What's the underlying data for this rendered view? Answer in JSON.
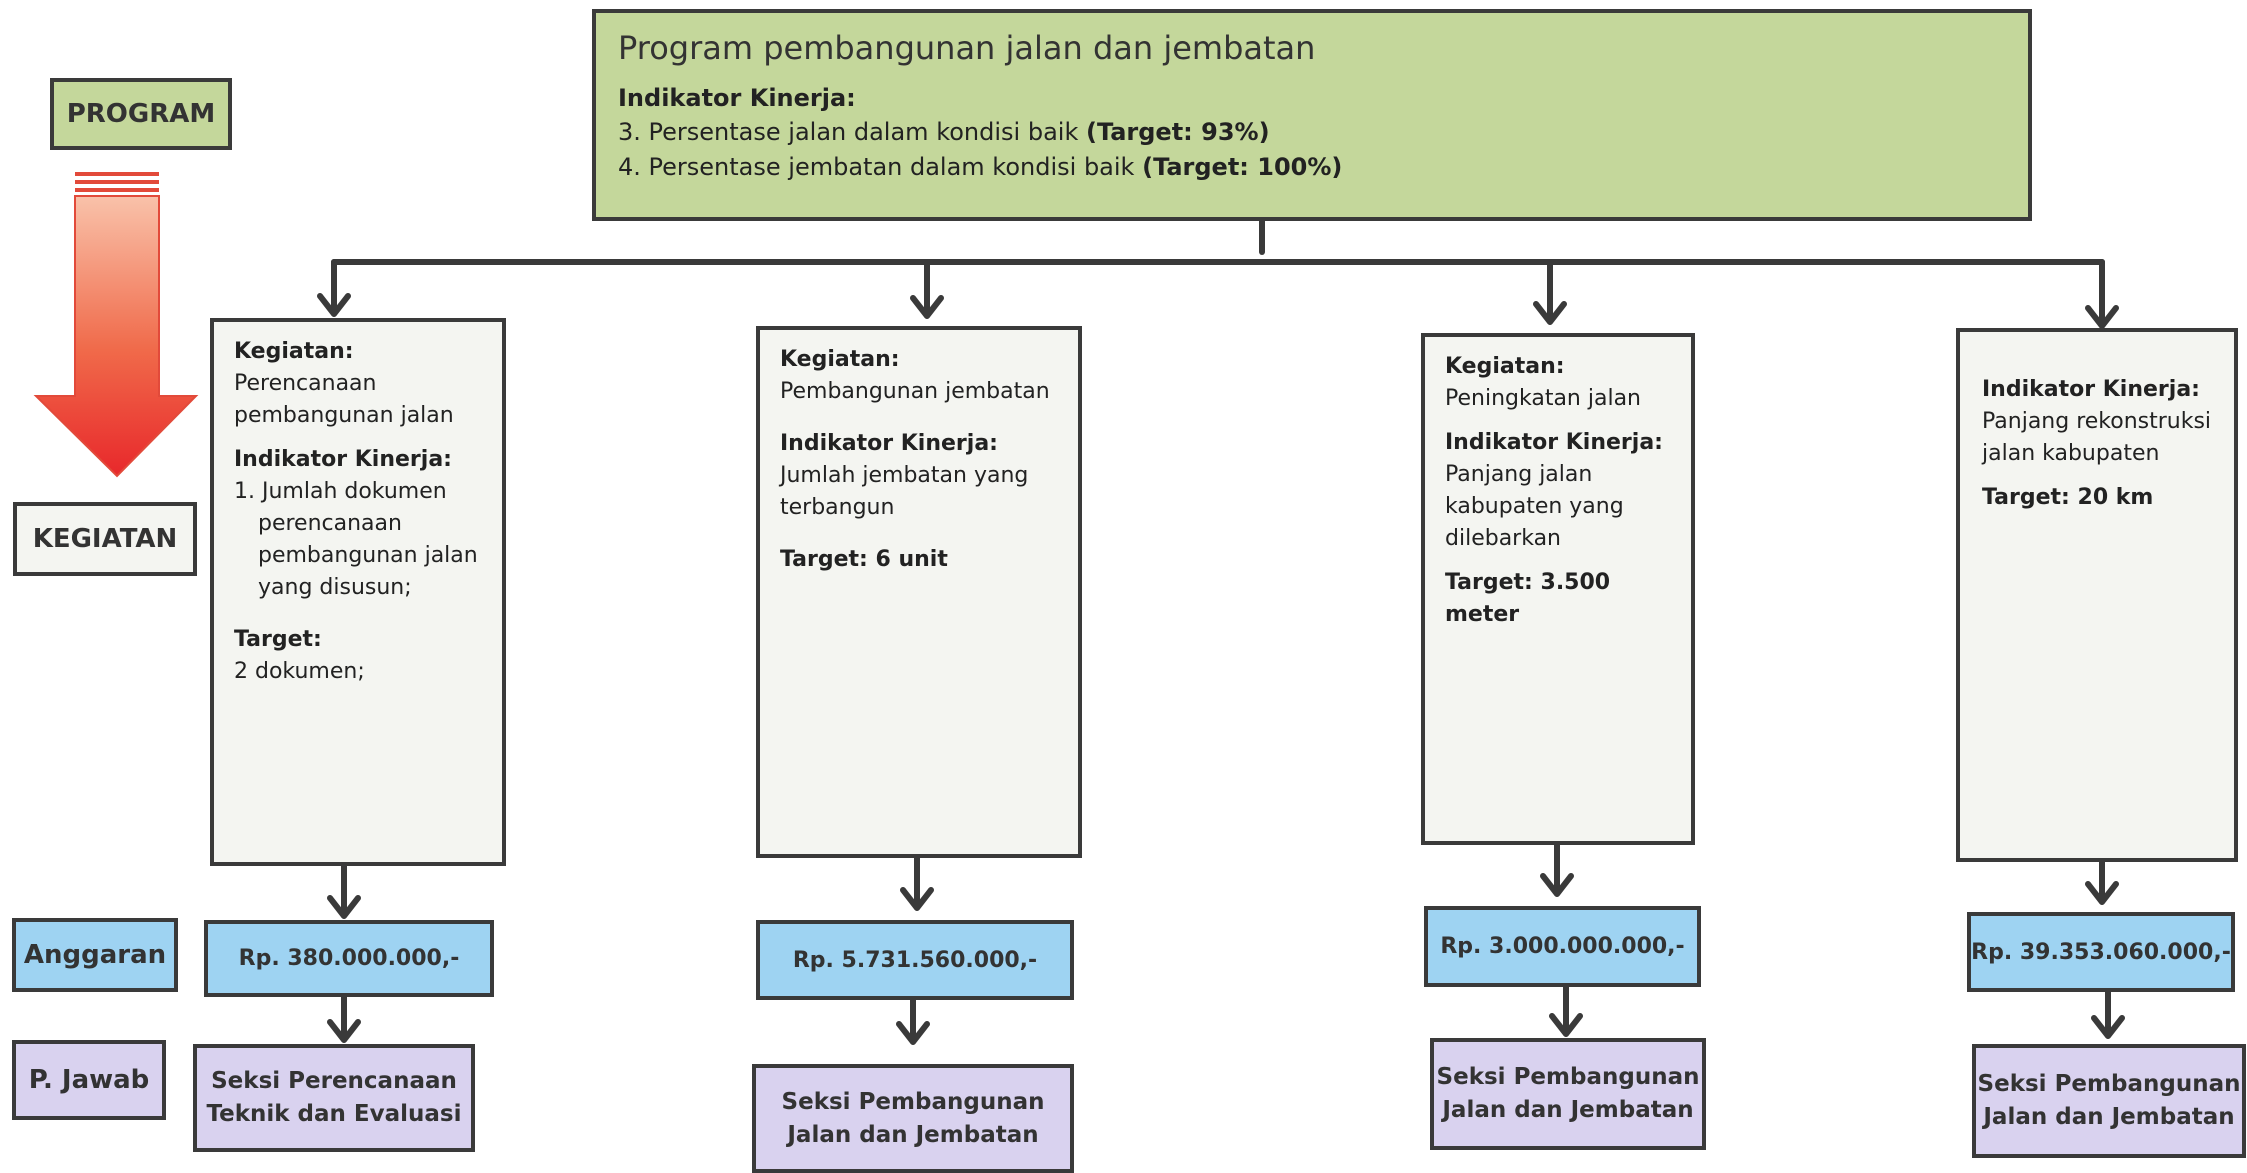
{
  "side_labels": {
    "program": "PROGRAM",
    "kegiatan": "KEGIATAN",
    "anggaran": "Anggaran",
    "p_jawab": "P. Jawab"
  },
  "program": {
    "title": "Program pembangunan jalan dan jembatan",
    "indicator_label": "Indikator Kinerja:",
    "items": [
      {
        "text": "3.  Persentase jalan dalam kondisi baik ",
        "target": "(Target: 93%)"
      },
      {
        "text": "4.  Persentase jembatan dalam kondisi baik ",
        "target": "(Target: 100%)"
      }
    ]
  },
  "activities": [
    {
      "kegiatan_label": "Kegiatan:",
      "kegiatan": [
        "Perencanaan",
        "pembangunan jalan"
      ],
      "indicator_label": "Indikator Kinerja:",
      "indicator": [
        "1. Jumlah dokumen",
        "    perencanaan",
        "    pembangunan jalan",
        "    yang disusun;"
      ],
      "target_label": "Target:",
      "target": "2 dokumen;",
      "budget": "Rp. 380.000.000,-",
      "responsible": [
        "Seksi Perencanaan",
        "Teknik dan Evaluasi"
      ]
    },
    {
      "kegiatan_label": "Kegiatan:",
      "kegiatan": [
        "Pembangunan jembatan"
      ],
      "indicator_label": "Indikator Kinerja:",
      "indicator": [
        "Jumlah jembatan yang",
        "terbangun"
      ],
      "target_label": "Target: 6 unit",
      "budget": "Rp. 5.731.560.000,-",
      "responsible": [
        "Seksi Pembangunan",
        "Jalan dan Jembatan"
      ]
    },
    {
      "kegiatan_label": "Kegiatan:",
      "kegiatan": [
        "Peningkatan jalan"
      ],
      "indicator_label": "Indikator Kinerja:",
      "indicator": [
        "Panjang  jalan",
        "kabupaten yang",
        "dilebarkan"
      ],
      "target_label": "Target: 3.500 meter",
      "budget": "Rp. 3.000.000.000,-",
      "responsible": [
        "Seksi Pembangunan",
        "Jalan dan Jembatan"
      ]
    },
    {
      "indicator_label": "Indikator Kinerja:",
      "indicator": [
        "Panjang rekonstruksi",
        "jalan kabupaten"
      ],
      "target_label": "Target: 20 km",
      "budget": "Rp. 39.353.060.000,-",
      "responsible": [
        "Seksi Pembangunan",
        "Jalan dan Jembatan"
      ]
    }
  ],
  "colors": {
    "program_fill": "#c4d79b",
    "activity_fill": "#f4f5f1",
    "budget_fill": "#9ed3f2",
    "responsible_fill": "#d9d2ef",
    "arrow_top": "#f8b9a0",
    "arrow_bottom": "#e8282b",
    "line": "#3a3a3a"
  }
}
